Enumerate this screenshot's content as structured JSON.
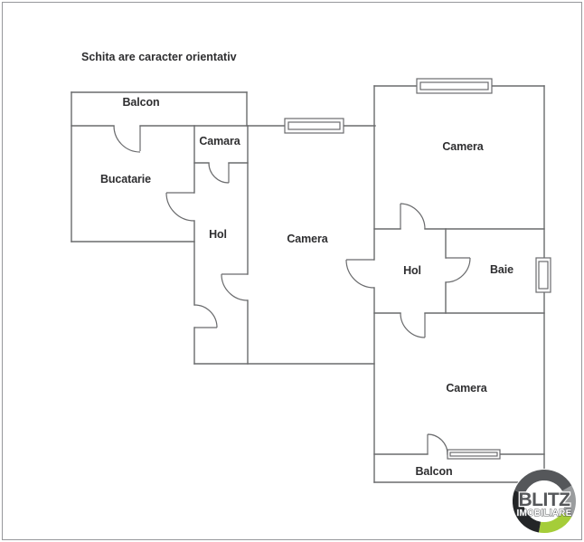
{
  "disclaimer": "Schita are caracter orientativ",
  "rooms": [
    {
      "id": "balcon-top",
      "name": "Balcon"
    },
    {
      "id": "camara",
      "name": "Camara"
    },
    {
      "id": "bucatarie",
      "name": "Bucatarie"
    },
    {
      "id": "hol-left",
      "name": "Hol"
    },
    {
      "id": "camera-middle",
      "name": "Camera"
    },
    {
      "id": "camera-top-right",
      "name": "Camera"
    },
    {
      "id": "hol-right",
      "name": "Hol"
    },
    {
      "id": "baie",
      "name": "Baie"
    },
    {
      "id": "camera-bottom-right",
      "name": "Camera"
    },
    {
      "id": "balcon-bottom",
      "name": "Balcon"
    }
  ],
  "logo": {
    "name": "BLITZ",
    "tagline": "IMOBILIARE"
  },
  "colors": {
    "wall": "#6a6b6d",
    "text": "#2e2e30",
    "border": "#96989b",
    "logo_green": "#a5cd39",
    "logo_dark": "#55575a",
    "logo_black": "#232527",
    "logo_silver": "#9a9c9e"
  }
}
